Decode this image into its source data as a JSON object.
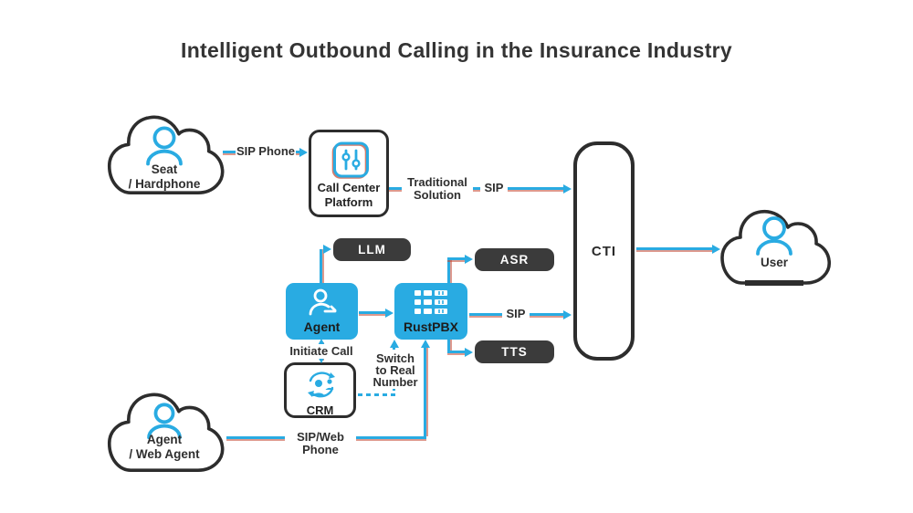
{
  "title": "Intelligent Outbound Calling in the Insurance Industry",
  "colors": {
    "accent_blue": "#29ABE2",
    "accent_red": "#C2452F",
    "outline_dark": "#2D2D2D",
    "box_dark": "#3B3B3B",
    "background": "#FFFFFF"
  },
  "clouds": {
    "seat": {
      "line1": "Seat",
      "line2": "/ Hardphone"
    },
    "web_agent": {
      "line1": "Agent",
      "line2": "/ Web Agent"
    },
    "user": {
      "line1": "User"
    }
  },
  "nodes": {
    "call_center": {
      "line1": "Call Center",
      "line2": "Platform"
    },
    "llm": {
      "label": "LLM"
    },
    "agent": {
      "label": "Agent"
    },
    "rustpbx": {
      "label": "RustPBX"
    },
    "asr": {
      "label": "ASR"
    },
    "tts": {
      "label": "TTS"
    },
    "cti": {
      "label": "CTI"
    },
    "crm": {
      "label": "CRM"
    }
  },
  "edges": {
    "sip_phone": {
      "label": "SIP Phone"
    },
    "traditional_solution": {
      "line1": "Traditional",
      "line2": "Solution"
    },
    "sip_traditional": {
      "label": "SIP"
    },
    "sip_rustpbx": {
      "label": "SIP"
    },
    "initiate_call": {
      "label": "Initiate Call"
    },
    "switch_real_number": {
      "line1": "Switch",
      "line2": "to Real",
      "line3": "Number"
    },
    "sip_web_phone": {
      "line1": "SIP/Web",
      "line2": "Phone"
    }
  }
}
